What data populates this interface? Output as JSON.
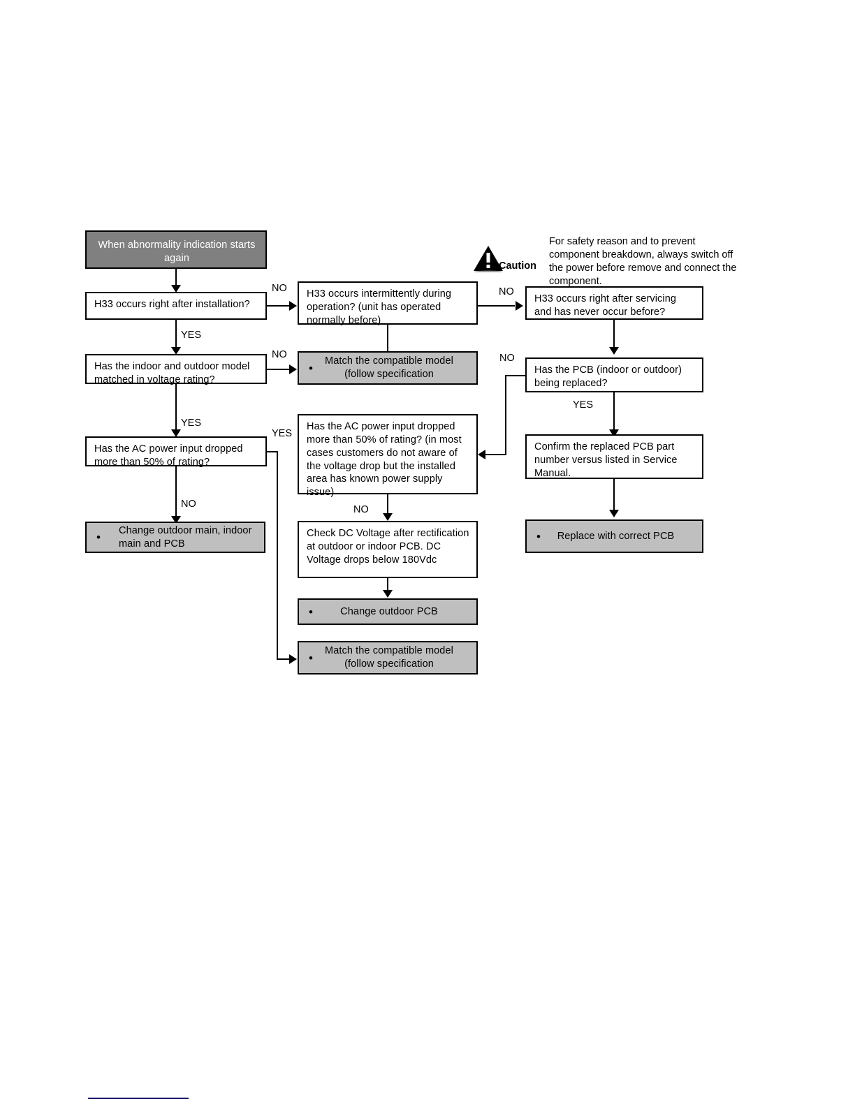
{
  "document": {
    "type": "troubleshooting-flowchart",
    "error_code": "H33"
  },
  "caution": {
    "icon": "warning-triangle-icon",
    "label": "Caution",
    "text": "For safety reason and to prevent component breakdown, always switch off the power before remove and connect the component."
  },
  "colors": {
    "header_fill": "#808080",
    "action_fill": "#bfbfbf",
    "process_fill": "#ffffff",
    "stroke": "#000000",
    "footer_rule": "#1a1a6e"
  },
  "nodes": {
    "start": {
      "text": "When abnormality indication starts again",
      "style": "header"
    },
    "q_install": {
      "text": "H33 occurs right after installation?",
      "style": "decision"
    },
    "q_voltage_match": {
      "text": "Has the indoor and outdoor model matched in voltage rating?",
      "style": "decision"
    },
    "q_ac_drop_left": {
      "text": "Has the AC power input dropped more than 50% of rating?",
      "style": "decision"
    },
    "a_change_mains": {
      "bullet": "•",
      "text": "Change outdoor main, indoor main and PCB",
      "style": "action"
    },
    "q_intermittent": {
      "text": "H33 occurs intermittently during operation? (unit has operated normally before)",
      "style": "decision"
    },
    "a_match_model_top": {
      "bullet": "•",
      "text": "Match the compatible model (follow specification",
      "style": "action"
    },
    "q_ac_drop_mid": {
      "text": "Has the AC power input dropped more than 50% of rating? (in most cases customers do not aware of the voltage drop but the installed area has known power supply issue)",
      "style": "decision"
    },
    "p_check_dc": {
      "text": "Check DC Voltage after rectification at outdoor or indoor PCB. DC Voltage drops below 180Vdc",
      "style": "process"
    },
    "a_change_outdoor_pcb": {
      "bullet": "•",
      "text": "Change outdoor PCB",
      "style": "action"
    },
    "a_match_model_bottom": {
      "bullet": "•",
      "text": "Match the compatible model (follow specification",
      "style": "action"
    },
    "q_after_servicing": {
      "text": "H33 occurs right after servicing and has never occur before?",
      "style": "decision"
    },
    "q_pcb_replaced": {
      "text": "Has the PCB (indoor or outdoor) being replaced?",
      "style": "decision"
    },
    "p_confirm_part": {
      "text": "Confirm the replaced PCB part number versus listed in Service Manual.",
      "style": "process"
    },
    "a_replace_pcb": {
      "bullet": "•",
      "text": "Replace with correct PCB",
      "style": "action"
    }
  },
  "edge_labels": {
    "install_no": "NO",
    "install_yes": "YES",
    "voltage_match_no": "NO",
    "voltage_match_yes": "YES",
    "ac_drop_left_yes": "YES",
    "ac_drop_left_no": "NO",
    "intermittent_no": "NO",
    "ac_drop_mid_no": "NO",
    "pcb_replaced_no": "NO",
    "pcb_replaced_yes": "YES"
  }
}
